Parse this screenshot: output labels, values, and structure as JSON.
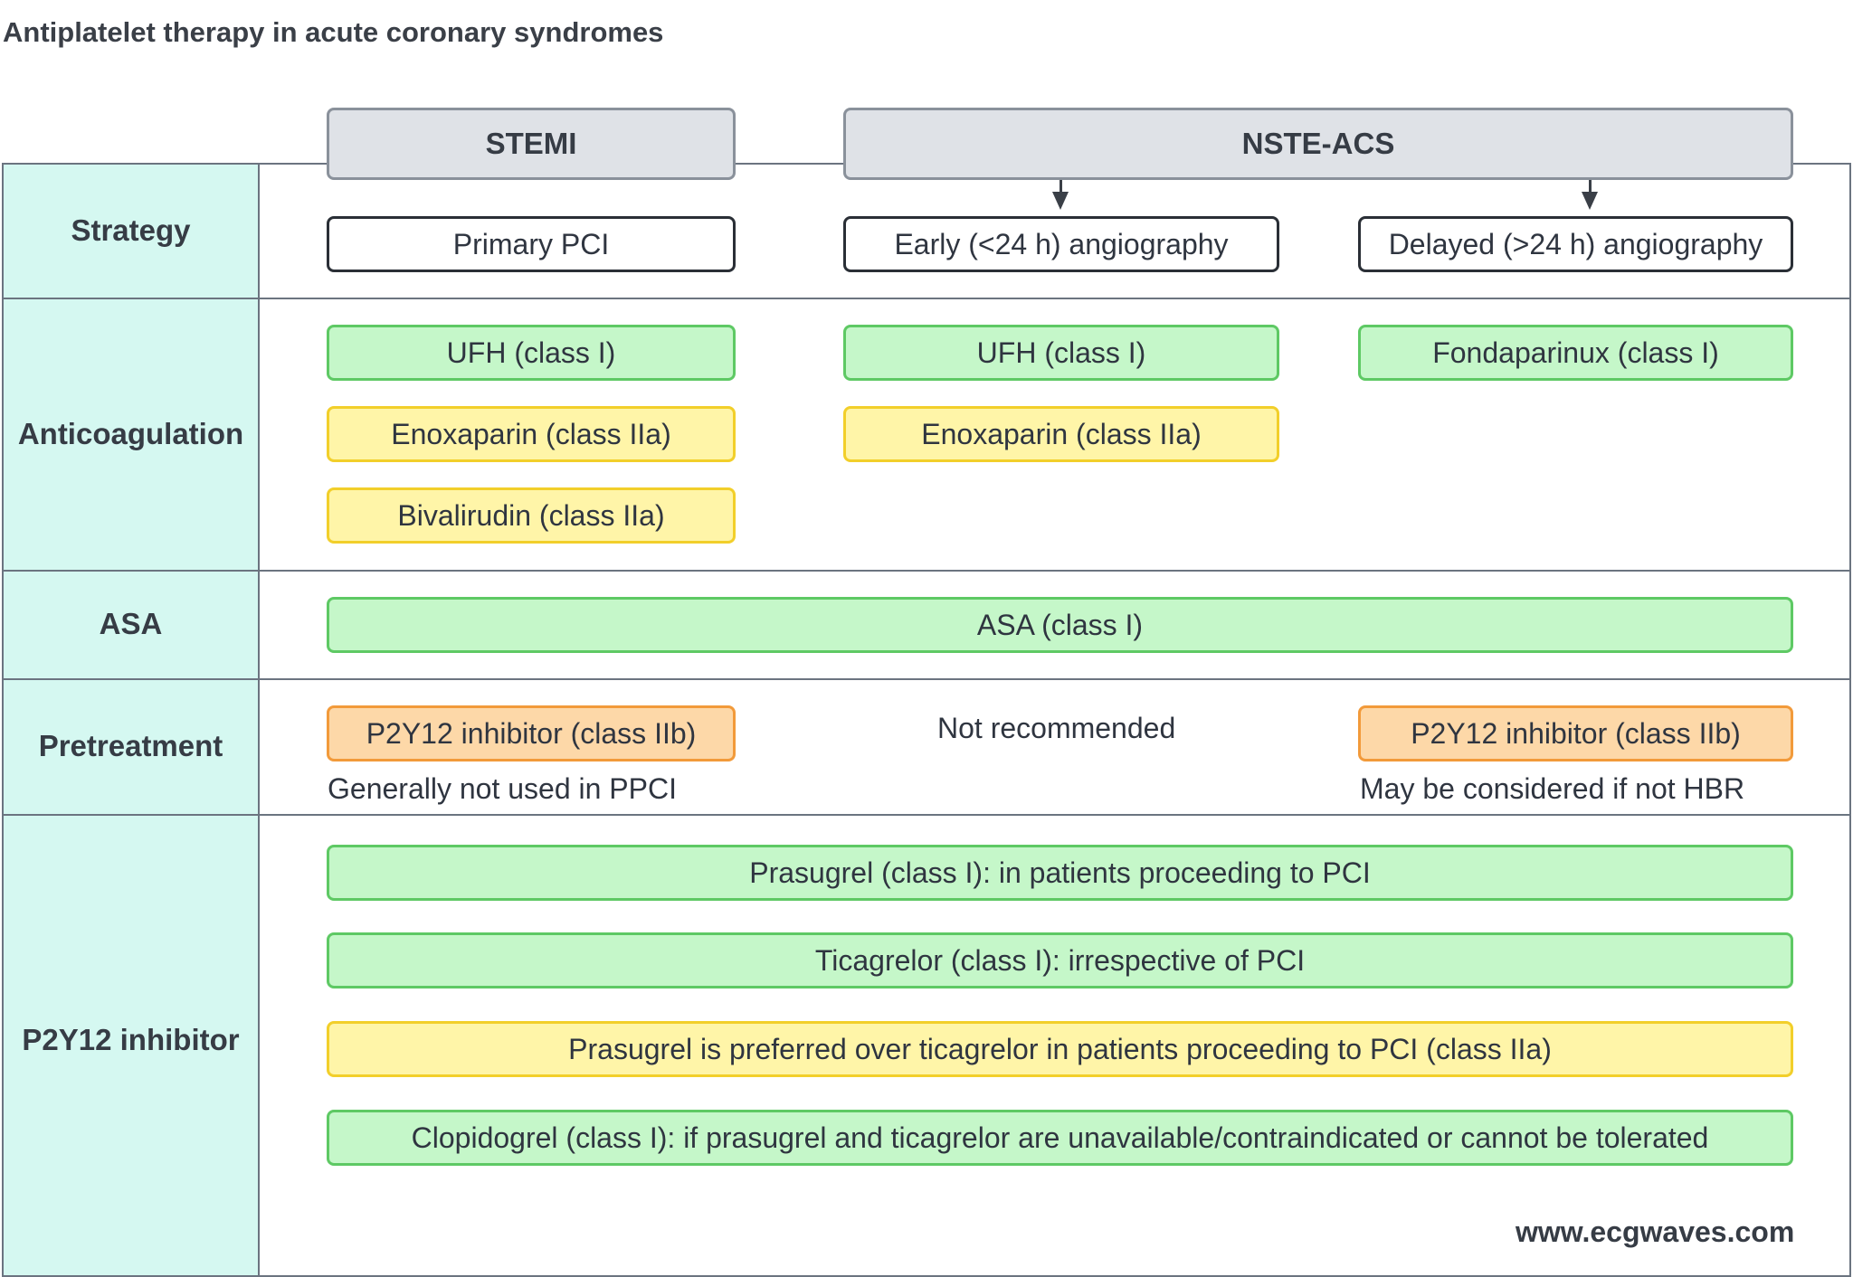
{
  "title": "Antiplatelet therapy in acute coronary syndromes",
  "headers": {
    "stemi": "STEMI",
    "nste": "NSTE-ACS"
  },
  "rows": {
    "strategy": "Strategy",
    "anticoagulation": "Anticoagulation",
    "asa": "ASA",
    "pretreatment": "Pretreatment",
    "p2y12": "P2Y12 inhibitor"
  },
  "strategy": {
    "stemi": "Primary PCI",
    "early": "Early (<24 h) angiography",
    "delayed": "Delayed (>24 h) angiography"
  },
  "anticoagulation": {
    "stemi_ufh": "UFH (class I)",
    "stemi_enox": "Enoxaparin (class IIa)",
    "stemi_bival": "Bivalirudin (class IIa)",
    "early_ufh": "UFH (class I)",
    "early_enox": "Enoxaparin (class IIa)",
    "delayed_fonda": "Fondaparinux (class I)"
  },
  "asa": {
    "all": "ASA (class I)"
  },
  "pretreatment": {
    "stemi_box": "P2Y12 inhibitor (class IIb)",
    "stemi_note": "Generally not used in PPCI",
    "early_note": "Not recommended",
    "delayed_box": "P2Y12 inhibitor (class IIb)",
    "delayed_note": "May be considered if not HBR"
  },
  "p2y12": {
    "prasugrel": "Prasugrel (class I): in patients proceeding to PCI",
    "ticagrelor": "Ticagrelor (class I): irrespective of PCI",
    "preferred": "Prasugrel is preferred over ticagrelor in patients proceeding to PCI (class IIa)",
    "clopidogrel": "Clopidogrel (class I): if prasugrel and ticagrelor are unavailable/contraindicated or cannot be tolerated"
  },
  "colors": {
    "class_I": "#c5f7c9",
    "class_IIa": "#fff5a8",
    "class_IIb": "#fdd8a8",
    "label_column": "#d5f8f1",
    "header": "#dfe2e7"
  },
  "credit": "www.ecgwaves.com"
}
